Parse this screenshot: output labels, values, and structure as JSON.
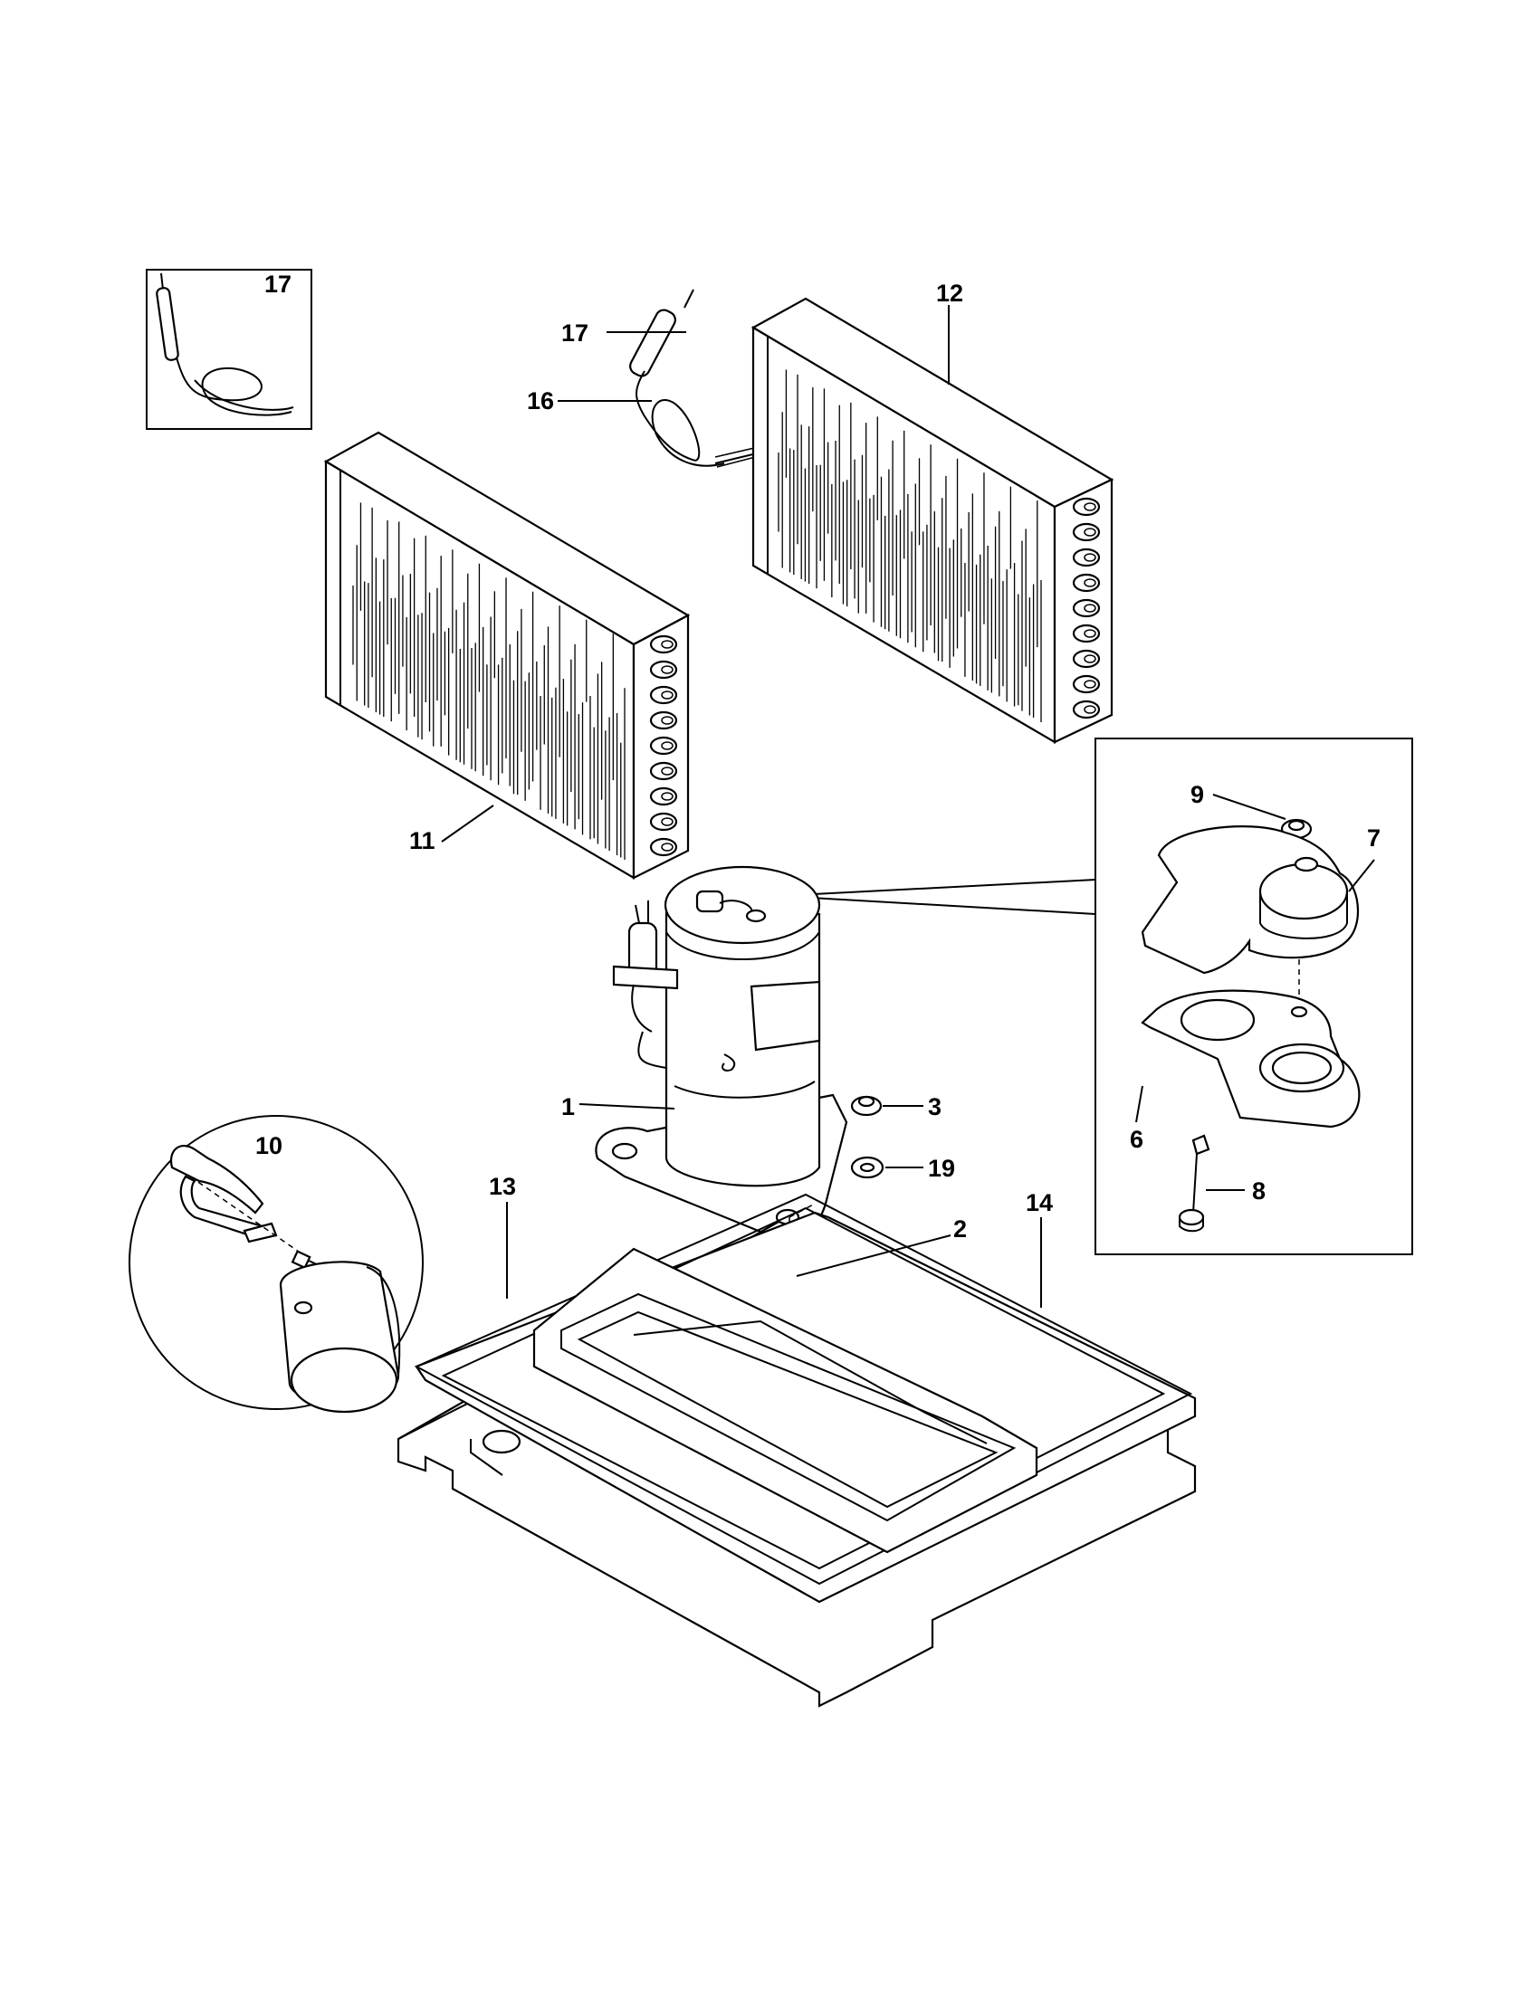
{
  "diagram": {
    "callouts": [
      {
        "id": "c1",
        "text": "1"
      },
      {
        "id": "c2",
        "text": "2"
      },
      {
        "id": "c3",
        "text": "3"
      },
      {
        "id": "c6",
        "text": "6"
      },
      {
        "id": "c7",
        "text": "7"
      },
      {
        "id": "c8",
        "text": "8"
      },
      {
        "id": "c9",
        "text": "9"
      },
      {
        "id": "c10",
        "text": "10"
      },
      {
        "id": "c11",
        "text": "11"
      },
      {
        "id": "c12",
        "text": "12"
      },
      {
        "id": "c13",
        "text": "13"
      },
      {
        "id": "c14",
        "text": "14"
      },
      {
        "id": "c16",
        "text": "16"
      },
      {
        "id": "c17a",
        "text": "17"
      },
      {
        "id": "c17b",
        "text": "17"
      },
      {
        "id": "c19",
        "text": "19"
      }
    ]
  }
}
